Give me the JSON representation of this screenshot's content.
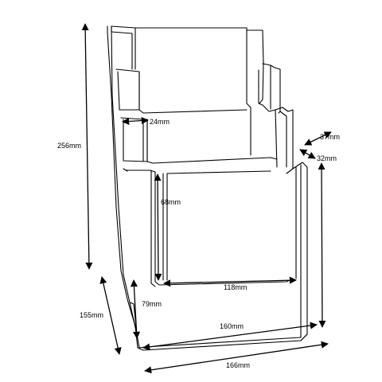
{
  "diagram": {
    "labels": {
      "height_total": "256mm",
      "depth_side": "155mm",
      "pocket_step": "24mm",
      "pocket_height": "68mm",
      "pocket_width": "118mm",
      "base_front_height": "79mm",
      "base_inner_width": "160mm",
      "overall_width": "166mm",
      "side_depth": "37mm",
      "front_depth": "32mm"
    }
  }
}
